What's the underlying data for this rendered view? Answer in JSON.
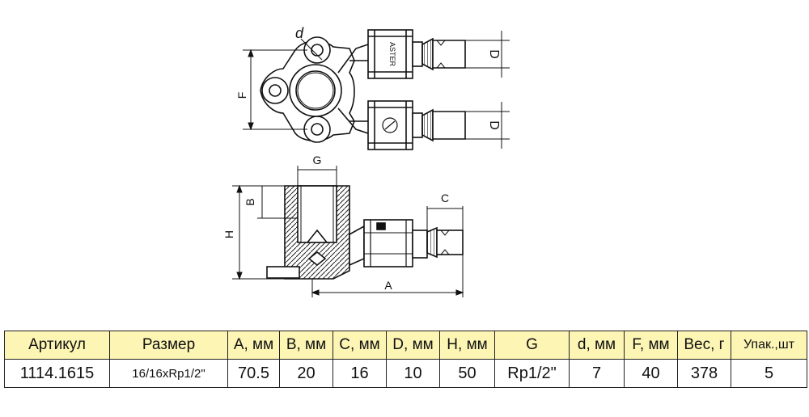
{
  "drawing": {
    "top_view": {
      "dim_d_small": "d",
      "dim_F": "F",
      "dim_D_top": "D",
      "dim_D_bottom": "D",
      "brand_mark": "ASTER"
    },
    "side_view": {
      "dim_G": "G",
      "dim_B": "B",
      "dim_H": "H",
      "dim_C": "C",
      "dim_A": "A"
    }
  },
  "table": {
    "headers": [
      "Артикул",
      "Размер",
      "A, мм",
      "B, мм",
      "C, мм",
      "D, мм",
      "H, мм",
      "G",
      "d, мм",
      "F, мм",
      "Вес, г",
      "Упак.,шт"
    ],
    "row": [
      "1114.1615",
      "16/16xRp1/2\"",
      "70.5",
      "20",
      "16",
      "10",
      "50",
      "Rp1/2\"",
      "7",
      "40",
      "378",
      "5"
    ],
    "header_bg": "#fdf5b4"
  }
}
